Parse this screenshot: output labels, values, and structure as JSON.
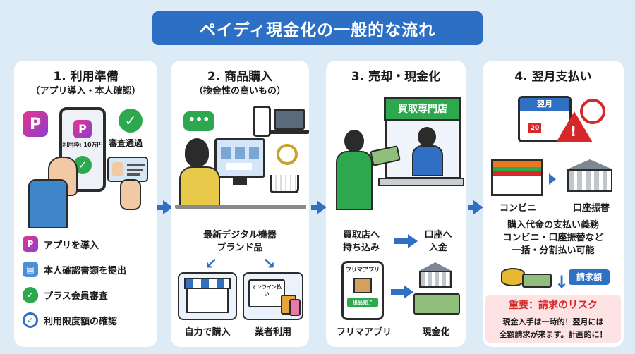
{
  "title": "ペイディ現金化の一般的な流れ",
  "colors": {
    "accent": "#2d6fc5",
    "background": "#dcebf6",
    "risk": "#d62828",
    "warning_bg": "#fde3e3"
  },
  "steps": [
    {
      "title": "1. 利用準備",
      "subtitle": "（アプリ導入・本人確認）",
      "phone_limit": "利用枠: 10万円",
      "check_label": "審査通過",
      "list": [
        {
          "icon": "paidy-app-icon",
          "label": "アプリを導入"
        },
        {
          "icon": "id-card-icon",
          "label": "本人確認書類を提出"
        },
        {
          "icon": "shield-check-icon",
          "label": "プラス会員審査"
        },
        {
          "icon": "magnifier-check-icon",
          "label": "利用限度額の確認"
        }
      ]
    },
    {
      "title": "2. 商品購入",
      "subtitle": "（換金性の高いもの）",
      "items_line1": "最新デジタル機器",
      "items_line2": "ブランド品",
      "store_label": "自力で購入",
      "online_label": "オンライン払い",
      "business_label": "業者利用"
    },
    {
      "title": "3. 売却・現金化",
      "shop_sign": "買取専門店",
      "bring_line1": "買取店へ",
      "bring_line2": "持ち込み",
      "deposit_line1": "口座へ",
      "deposit_line2": "入金",
      "flea_app": "フリマアプリ",
      "flea_done": "出品完了",
      "flea_label": "フリマアプリ",
      "cash_label": "現金化"
    },
    {
      "title": "4. 翌月支払い",
      "calendar_label": "翌月",
      "calendar_day": "20",
      "store_label": "コンビニ",
      "bank_label": "口座振替",
      "desc_line1": "購入代金の支払い義務",
      "desc_line2": "コンビニ・口座振替など",
      "desc_line3": "一括・分割払い可能",
      "bill_label": "請求額",
      "risk_title": "重要：請求のリスク",
      "risk_line1": "現金入手は一時的！翌月には",
      "risk_line2": "全額請求が来ます。計画的に！"
    }
  ]
}
